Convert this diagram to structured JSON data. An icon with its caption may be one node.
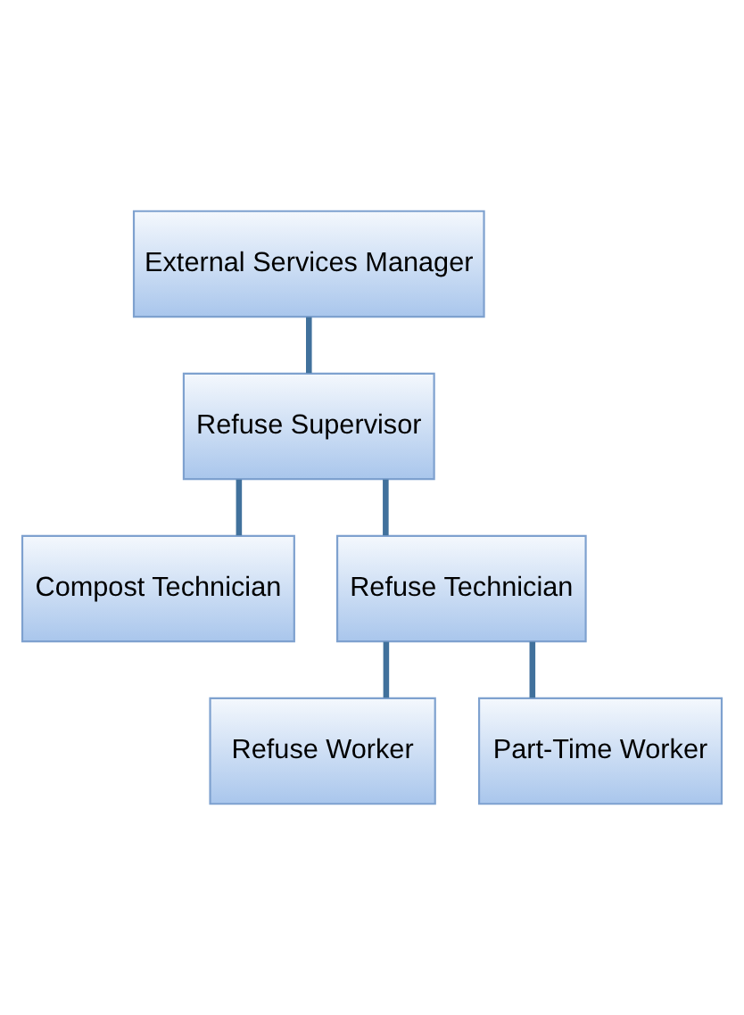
{
  "diagram": {
    "nodes": [
      {
        "text": [
          "External Services Manager"
        ]
      },
      {
        "text": [
          "Refuse Supervisor"
        ]
      },
      {
        "text": [
          "Compost Technician"
        ]
      },
      {
        "text": [
          "Refuse Technician"
        ]
      },
      {
        "text": [
          "Refuse Worker"
        ]
      },
      {
        "text": [
          "Part-Time Worker"
        ]
      }
    ],
    "edges": [
      {
        "from": 0,
        "to": 1,
        "arrow": "none"
      },
      {
        "from": 1,
        "to": 2,
        "arrow": "none"
      },
      {
        "from": 1,
        "to": 3,
        "arrow": "none"
      },
      {
        "from": 3,
        "to": 4,
        "arrow": "none"
      },
      {
        "from": 3,
        "to": 5,
        "arrow": "none"
      }
    ]
  }
}
